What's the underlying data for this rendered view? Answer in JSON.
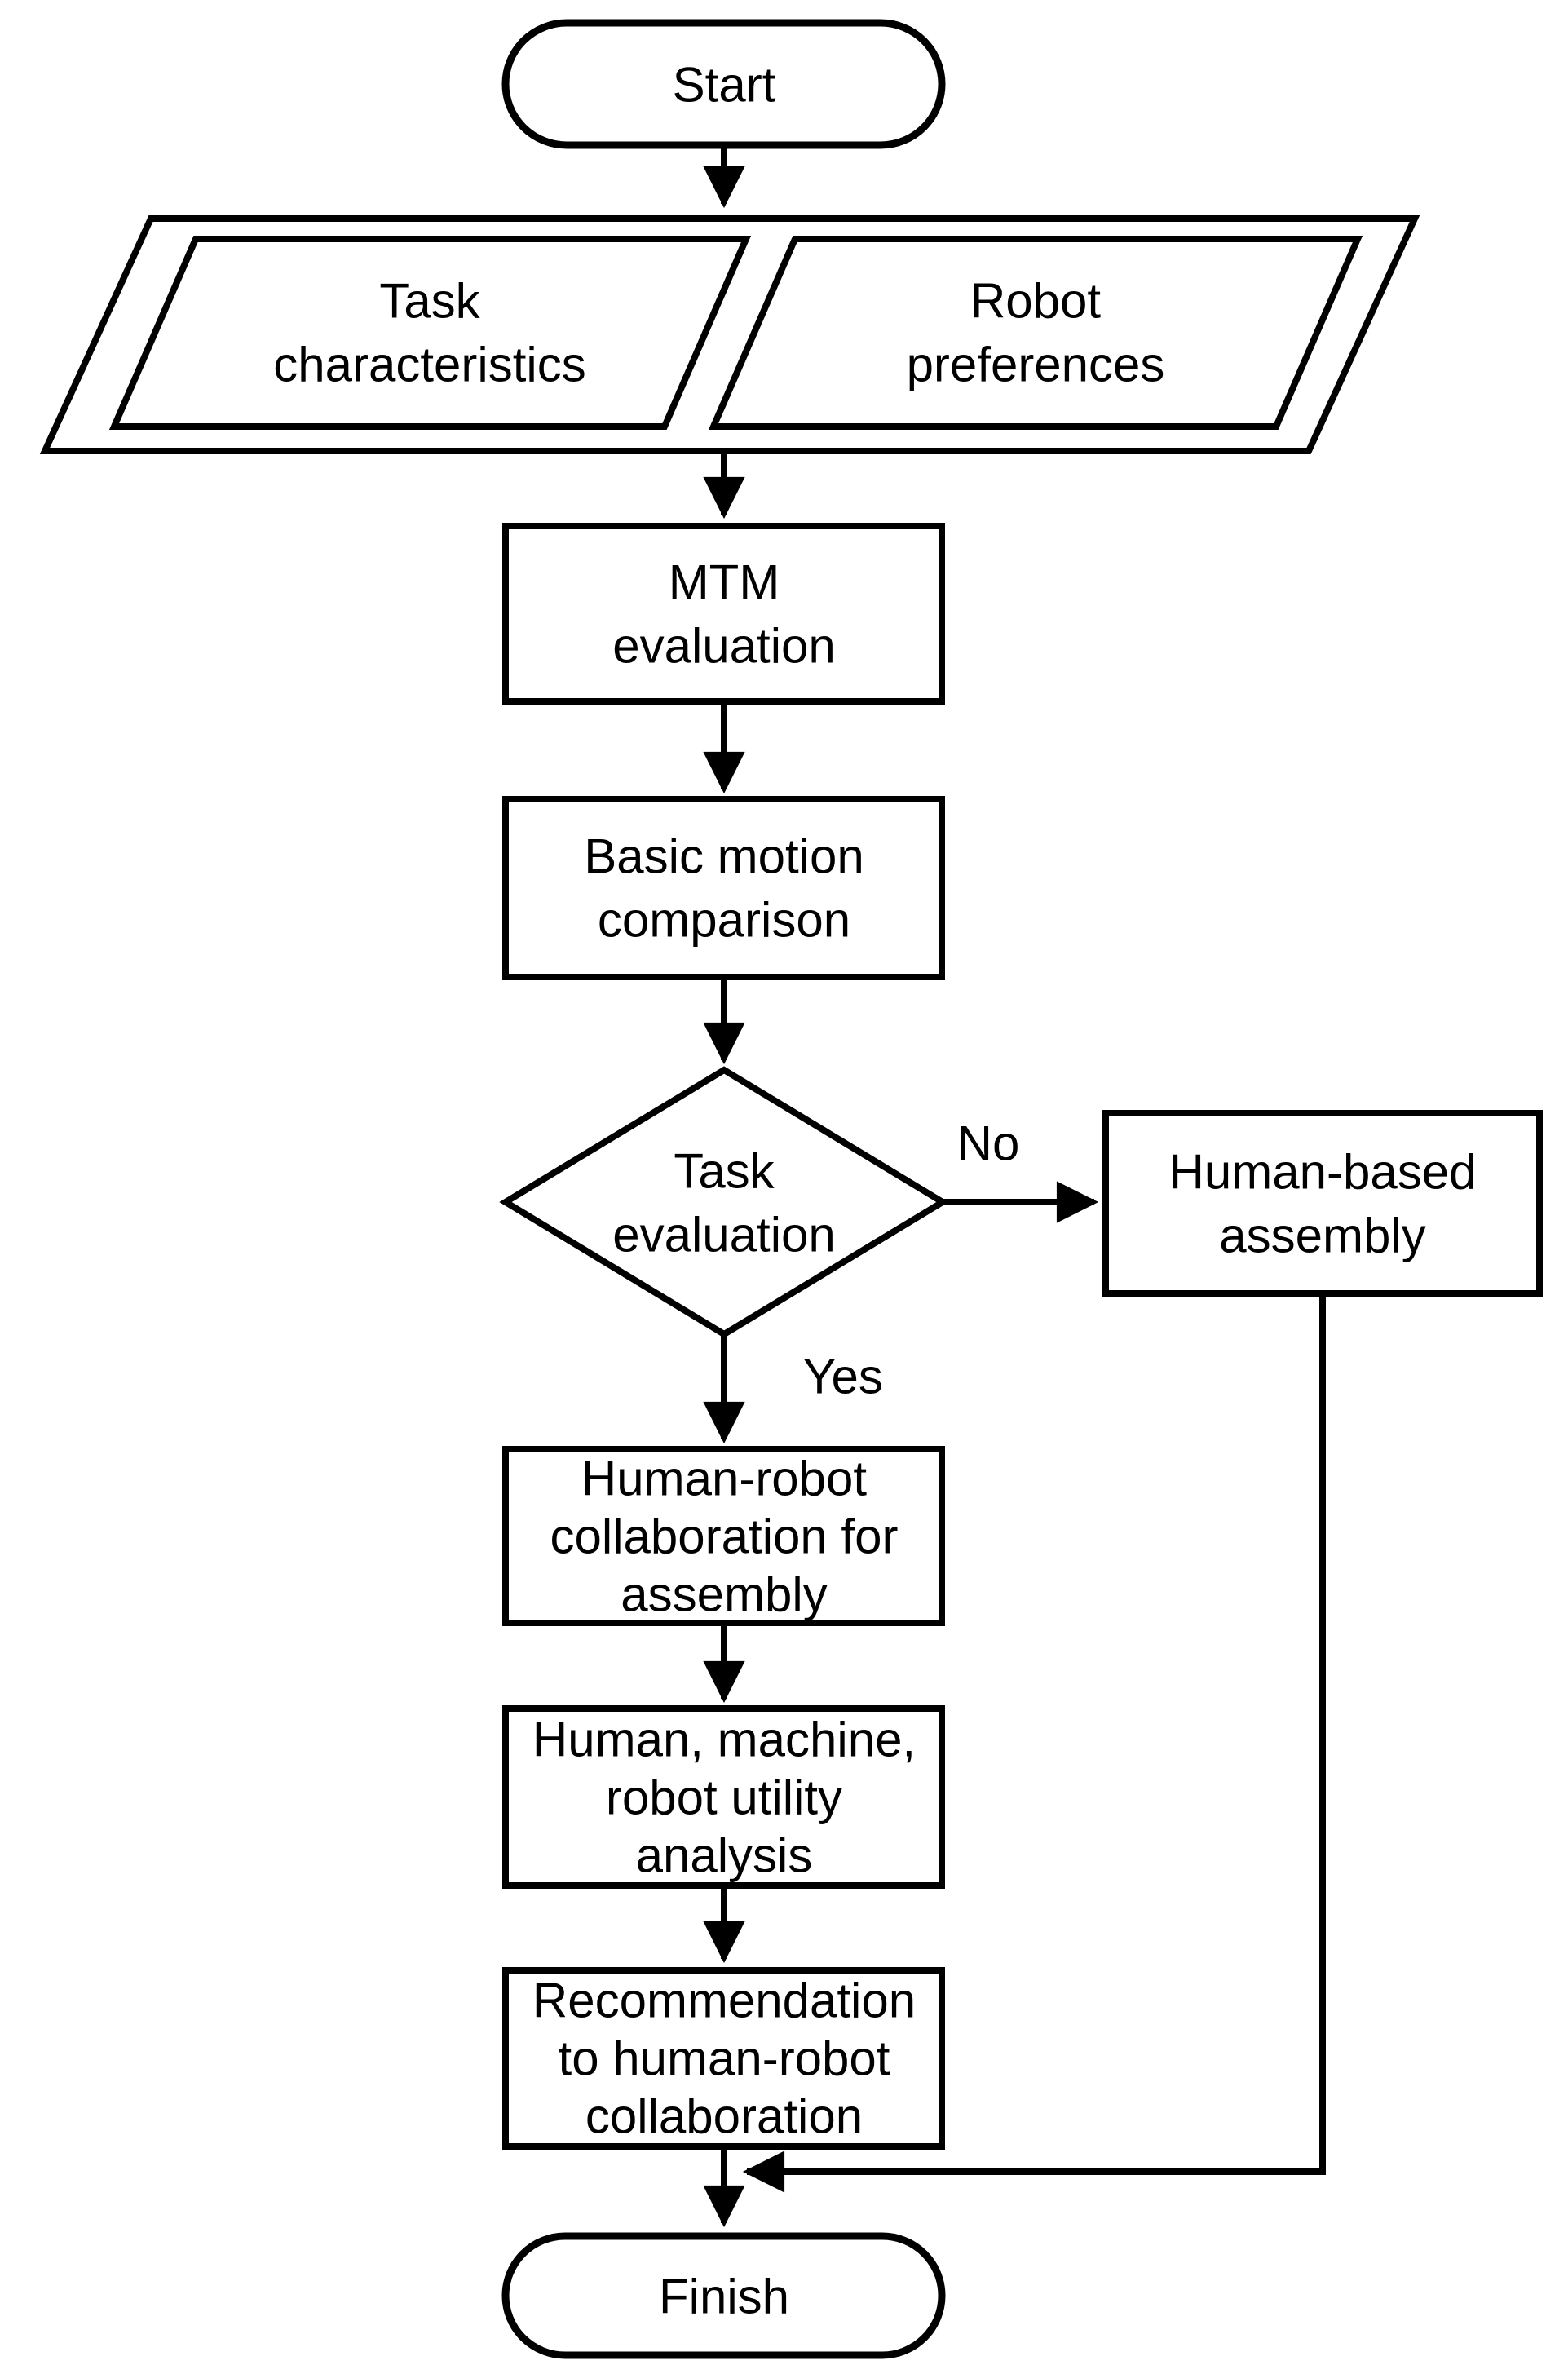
{
  "diagram": {
    "title": "Flowchart",
    "background_color": "#ffffff",
    "stroke_color": "#000000",
    "fill_color": "#ffffff",
    "text_color": "#000000",
    "nodes": {
      "start": {
        "shape": "terminator",
        "label": "Start"
      },
      "task_characteristics": {
        "shape": "parallelogram",
        "label": "Task characteristics",
        "lines": [
          "Task",
          "characteristics"
        ]
      },
      "robot_preferences": {
        "shape": "parallelogram",
        "label": "Robot preferences",
        "lines": [
          "Robot",
          "preferences"
        ]
      },
      "mtm_evaluation": {
        "shape": "process",
        "label": "MTM evaluation",
        "lines": [
          "MTM",
          "evaluation"
        ]
      },
      "basic_motion_comparison": {
        "shape": "process",
        "label": "Basic motion comparison",
        "lines": [
          "Basic motion",
          "comparison"
        ]
      },
      "task_evaluation": {
        "shape": "decision",
        "label": "Task evaluation",
        "lines": [
          "Task",
          "evaluation"
        ]
      },
      "human_based_assembly": {
        "shape": "process",
        "label": "Human-based assembly",
        "lines": [
          "Human-based",
          "assembly"
        ]
      },
      "human_robot_collaboration_for_assembly": {
        "shape": "process",
        "label": "Human-robot collaboration for assembly",
        "lines": [
          "Human-robot",
          "collaboration for",
          "assembly"
        ]
      },
      "human_machine_robot_utility_analysis": {
        "shape": "process",
        "label": "Human, machine, robot utility analysis",
        "lines": [
          "Human, machine,",
          "robot utility",
          "analysis"
        ]
      },
      "recommendation_to_human_robot_collaboration": {
        "shape": "process",
        "label": "Recommendation to human-robot collaboration",
        "lines": [
          "Recommendation",
          "to human-robot",
          "collaboration"
        ]
      },
      "finish": {
        "shape": "terminator",
        "label": "Finish"
      }
    },
    "edge_labels": {
      "no": "No",
      "yes": "Yes"
    }
  }
}
